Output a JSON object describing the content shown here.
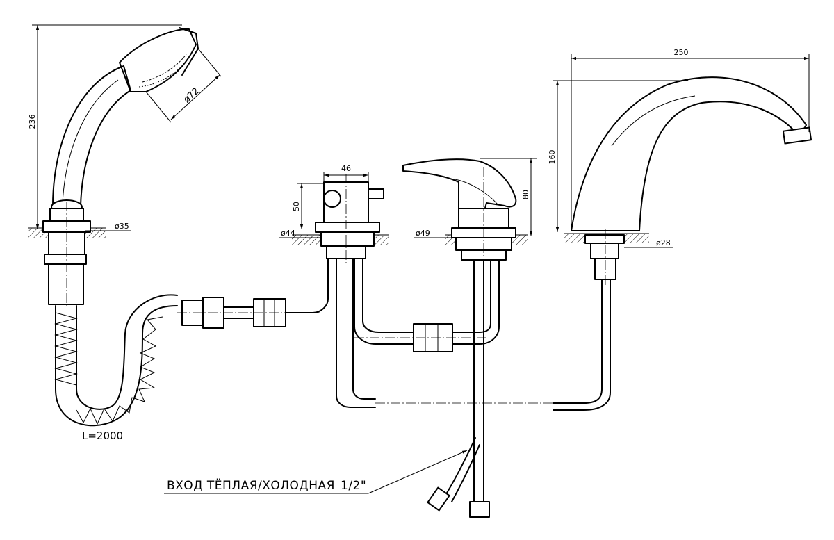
{
  "dimensions": {
    "shower_height": "236",
    "shower_head_diameter": "ø72",
    "shower_base_diameter": "ø35",
    "hose_length": "L=2000",
    "switch_width": "46",
    "switch_height": "50",
    "switch_base_diameter": "ø44",
    "mixer_height": "80",
    "mixer_base_diameter": "ø49",
    "spout_length": "250",
    "spout_height": "160",
    "spout_base_diameter": "ø28"
  },
  "inlet_label": "ВХОД  ТЁПЛАЯ/ХОЛОДНАЯ",
  "inlet_size": "1/2\""
}
